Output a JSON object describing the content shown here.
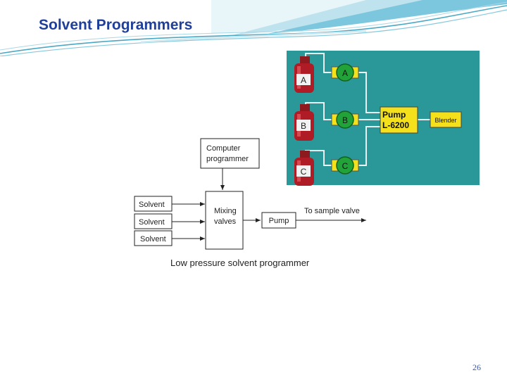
{
  "slide": {
    "title": "Solvent Programmers",
    "page_number": "26"
  },
  "photo_panel": {
    "background_color": "#2a9898",
    "bottles": [
      {
        "label": "A",
        "valve": "A"
      },
      {
        "label": "B",
        "valve": "B"
      },
      {
        "label": "C",
        "valve": "C"
      }
    ],
    "pump_label": [
      "Pump",
      "L-6200"
    ],
    "blender_label": "Blender"
  },
  "diagram": {
    "computer_label": [
      "Computer",
      "programmer"
    ],
    "solvent_labels": [
      "Solvent",
      "Solvent",
      "Solvent"
    ],
    "mixing_label": [
      "Mixing",
      "valves"
    ],
    "pump_label": "Pump",
    "output_label": "To sample valve",
    "caption": "Low pressure solvent programmer"
  },
  "colors": {
    "title": "#1f3f9a",
    "panel": "#2a9898",
    "valve_green": "#22a33a",
    "bottle_red": "#b01c25",
    "pump_yellow": "#f5e11b",
    "wave_teal": "#4aa8c4"
  }
}
